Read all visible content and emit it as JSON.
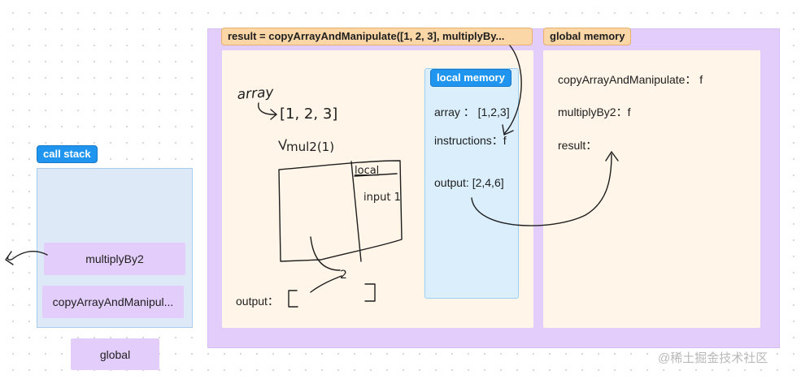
{
  "call_stack": {
    "label": "call stack",
    "frames": [
      "multiplyBy2",
      "copyArrayAndManipul..."
    ],
    "global_label": "global"
  },
  "execution_context": {
    "label": "result = copyArrayAndManipulate([1, 2, 3], multiplyBy...",
    "handwritten": {
      "array_label": "array",
      "array_value": "[1, 2, 3]",
      "call": "mul2(1)",
      "local": "local",
      "input": "input 1",
      "result_digit": "2"
    },
    "output_label": "output："
  },
  "local_memory": {
    "label": "local memory",
    "array": "array ： [1,2,3]",
    "instructions": "instructions：f",
    "output": "output:  [2,4,6]"
  },
  "global_memory": {
    "label": "global memory",
    "line1": "copyArrayAndManipulate： f",
    "line2": "multiplyBy2：f",
    "line3": "result："
  },
  "watermark": "@稀土掘金技术社区",
  "colors": {
    "blue_tag": "#1f95ef",
    "orange_tag": "#fbd7a7",
    "purple_frame": "#e3cdfb",
    "cream_panel": "#fff5e9",
    "light_blue_frame": "#daeefc"
  }
}
